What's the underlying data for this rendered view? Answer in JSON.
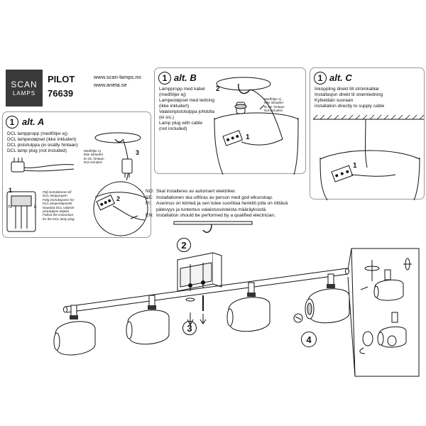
{
  "brand": {
    "line1": "SCAN",
    "line2": "LAMPS"
  },
  "model": {
    "name": "PILOT",
    "number": "76639"
  },
  "websites": [
    "www.scan-lamps.no",
    "www.aneta.se"
  ],
  "alt_a": {
    "step": "1",
    "title": "alt. A",
    "lines": [
      "DCL lamppropp (medföljer ej)",
      "DCL lampestøpsel (ikke inkludert)",
      "DCL pistotulppa (ei sisälly hintaan)",
      "DCL lamp plug (not included)"
    ],
    "side_note": [
      "Medföljer ej",
      "Ikke inkludert",
      "Ei sis. hintaan",
      "Not included"
    ],
    "instructions": [
      "Följ instruktionen till",
      "DCL lamppropen",
      "Følg instruksjonen for",
      "DCL lampestøpselet",
      "Noudata DCL valaisin-",
      "pistotulpan ohjeita",
      "Follow the instruction",
      "for the DCL lamp plug"
    ],
    "num_1": "1",
    "num_2": "2",
    "num_3": "3",
    "label_N": "N",
    "label_L": "L"
  },
  "alt_b": {
    "step": "1",
    "title": "alt. B",
    "lines": [
      "Lamppropp med kabel",
      "(medföljer ej)",
      "Lampestøpsel med ledning",
      "(ikke inkludert)",
      "Valaisinpistotulppa johdolla",
      "(ei sis.)",
      "Lamp plug with cable",
      "(not included)"
    ],
    "side_note": [
      "Medföljer ej",
      "Ikke inkludert",
      "Ei sis. hintaan",
      "Not included"
    ],
    "num_1": "1",
    "num_2": "2"
  },
  "alt_c": {
    "step": "1",
    "title": "alt. C",
    "lines": [
      "Inkoppling direkt till strömkablar",
      "Installasjon direkt til strømledning",
      "Kytketään suoraan",
      "installation directly to supply cable"
    ],
    "num_1": "1"
  },
  "notes": [
    {
      "key": "NO:",
      "lines": [
        "Skal installeres av autorisert elektriker."
      ]
    },
    {
      "key": "SE:",
      "lines": [
        "Installationen ska utföras av person med god elkunskap."
      ]
    },
    {
      "key": "FI:",
      "lines": [
        "Asennus on kiinteä ja sen tulee suorittaa henkilö jolla on riittävä",
        "pätevyys ja tuntemus valaistusvisteista määräyksistä."
      ]
    },
    {
      "key": "EN:",
      "lines": [
        "Installation should be performed by a qualified electrician."
      ]
    }
  ],
  "main": {
    "step2": "2",
    "step3": "3",
    "step4": "4"
  }
}
